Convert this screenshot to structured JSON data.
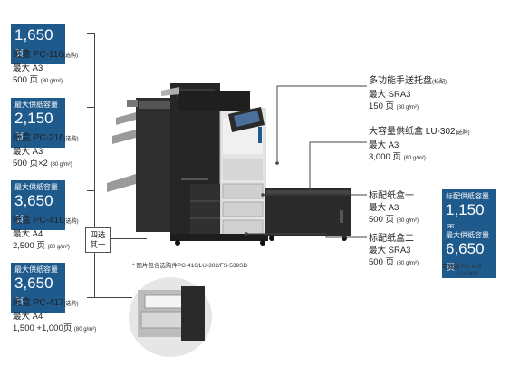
{
  "left_specs": [
    {
      "badge_caption": "",
      "capacity_value": "1,650",
      "capacity_unit": "页",
      "name": "纸盒 PC-116",
      "name_note": "(选购)",
      "size": "最大 A3",
      "pages": "500 页",
      "pages_note": "(80 g/m²)"
    },
    {
      "badge_caption": "最大供纸容量",
      "capacity_value": "2,150",
      "capacity_unit": "页",
      "name": "纸盒 PC-216",
      "name_note": "(选购)",
      "size": "最大 A3",
      "pages": "500 页×2",
      "pages_note": "(80 g/m²)"
    },
    {
      "badge_caption": "最大供纸容量",
      "capacity_value": "3,650",
      "capacity_unit": "页",
      "name": "纸盒 PC-416",
      "name_note": "(选购)",
      "size": "最大 A4",
      "pages": "2,500 页",
      "pages_note": "(80 g/m²)"
    },
    {
      "badge_caption": "最大供纸容量",
      "capacity_value": "3,650",
      "capacity_unit": "页",
      "name": "纸盒 PC-417",
      "name_note": "(选购)",
      "size": "最大 A4",
      "pages": "1,500 +1,000页",
      "pages_note": "(80 g/m²)"
    }
  ],
  "choice_tag": {
    "line1": "四选",
    "line2": "其一"
  },
  "caption": "* 图片包含选购件PC-416/LU-302/FS-539SD",
  "right_specs": [
    {
      "name": "多功能手送托盘",
      "name_note": "(标配)",
      "size": "最大 SRA3",
      "pages": "150 页",
      "pages_note": "(80 g/m²)"
    },
    {
      "name": "大容量供纸盒 LU-302",
      "name_note": "(选购)",
      "size": "最大 A3",
      "pages": "3,000 页",
      "pages_note": "(80 g/m²)"
    },
    {
      "name": "标配纸盒一",
      "name_note": "",
      "size": "最大 A3",
      "pages": "500 页",
      "pages_note": "(80 g/m²)"
    },
    {
      "name": "标配纸盒二",
      "name_note": "",
      "size": "最大 SRA3",
      "pages": "500 页",
      "pages_note": "(80 g/m²)"
    }
  ],
  "right_badges": [
    {
      "caption": "标配供纸容量",
      "value": "1,150",
      "unit": "页"
    },
    {
      "caption": "最大供纸容量",
      "value": "6,650",
      "unit": "页",
      "note1": "需选购 PC-416",
      "note2": "LU-302"
    }
  ],
  "colors": {
    "badge": "#1f5a8c",
    "printer_body": "#2b2b2b",
    "printer_panel": "#d9d9d9"
  }
}
